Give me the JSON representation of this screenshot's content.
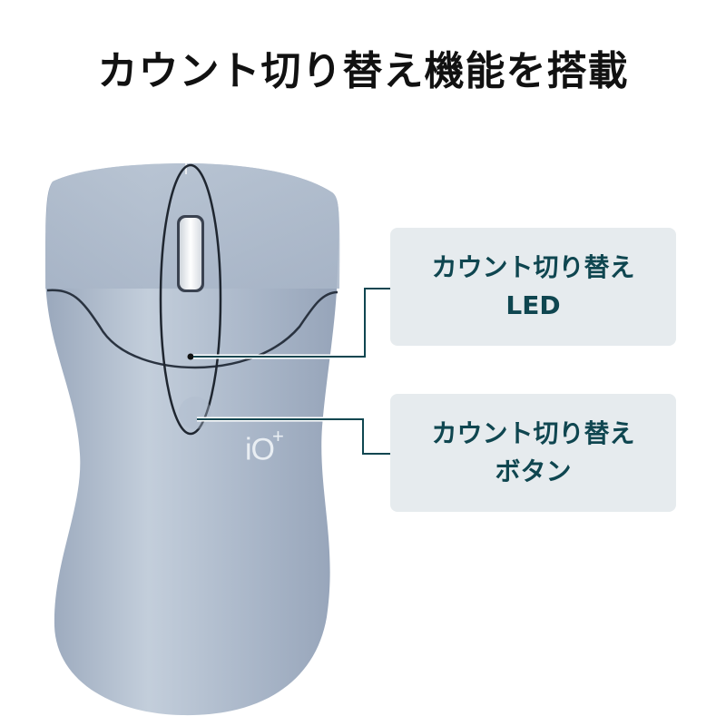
{
  "header": {
    "title": "カウント切り替え機能を搭載"
  },
  "product": {
    "brand_logo": "iO",
    "brand_logo_superscript": "+",
    "body_color": "#a9b6c8",
    "wheel_color": "#f2f3f5"
  },
  "callouts": [
    {
      "line1": "カウント切り替え",
      "line2": "LED",
      "target": "count-switch-led"
    },
    {
      "line1": "カウント切り替え",
      "line2": "ボタン",
      "target": "count-switch-button"
    }
  ],
  "colors": {
    "callout_bg": "#e6ebee",
    "callout_text": "#0f4650",
    "leader_line": "#0f4650",
    "title_text": "#111111"
  }
}
